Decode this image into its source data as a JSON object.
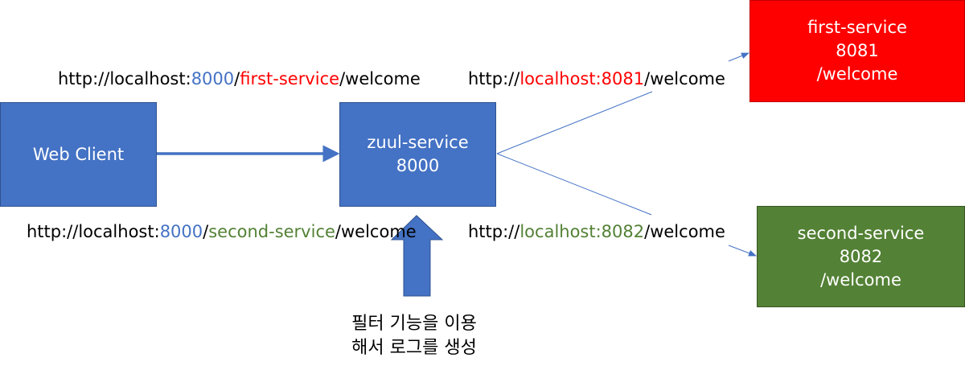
{
  "nodes": {
    "client": {
      "label": "Web Client"
    },
    "zuul": {
      "name": "zuul-service",
      "port": "8000"
    },
    "first": {
      "name": "first-service",
      "port": "8081",
      "path": "/welcome"
    },
    "second": {
      "name": "second-service",
      "port": "8082",
      "path": "/welcome"
    }
  },
  "urls": {
    "first_in": {
      "p1": "http://localhost:",
      "port": "8000",
      "sep": "/",
      "service": "first-service",
      "tail": "/welcome"
    },
    "second_in": {
      "p1": "http://localhost:",
      "port": "8000",
      "sep": "/",
      "service": "second-service",
      "tail": "/welcome"
    },
    "first_out": {
      "p1": "http://",
      "host": "localhost:8081",
      "tail": "/welcome"
    },
    "second_out": {
      "p1": "http://",
      "host": "localhost:8082",
      "tail": "/welcome"
    }
  },
  "filter_caption": {
    "line1": "필터 기능을 이용",
    "line2": "해서 로그를 생성"
  },
  "colors": {
    "box_blue": "#4472c4",
    "first_service": "#ff0000",
    "second_service": "#538135",
    "port_text": "#4472c4"
  }
}
